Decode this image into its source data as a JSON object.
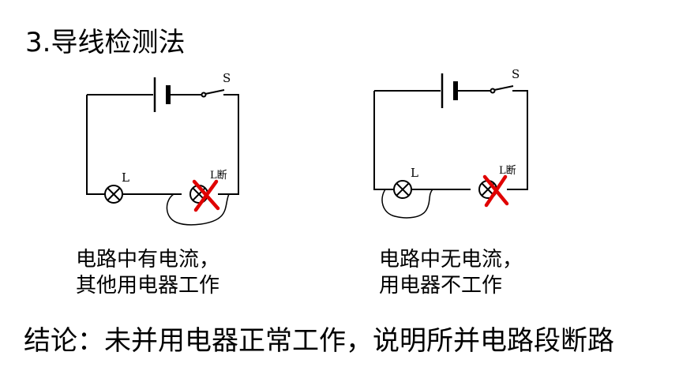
{
  "title": "3.导线检测法",
  "circuits": [
    {
      "switch_label": "S",
      "lamp1_label": "L",
      "lamp2_label": "L断",
      "caption_line1": "电路中有电流，",
      "caption_line2": "其他用电器工作"
    },
    {
      "switch_label": "S",
      "lamp1_label": "L",
      "lamp2_label": "L断",
      "caption_line1": "电路中无电流，",
      "caption_line2": "用电器不工作"
    }
  ],
  "conclusion": "结论：未并用电器正常工作，说明所并电路段断路",
  "colors": {
    "cross": "#e00000",
    "wire": "#000000"
  }
}
